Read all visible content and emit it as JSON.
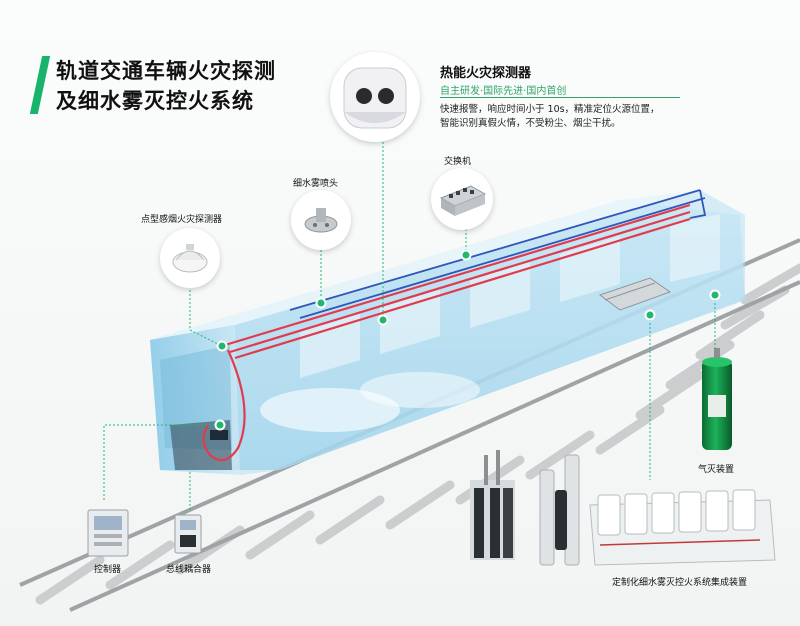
{
  "title": {
    "line1": "轨道交通车辆火灾探测",
    "line2": "及细水雾灭控火系统"
  },
  "heat_detector": {
    "name": "热能火灾探测器",
    "subtitle": "自主研发·国际先进·国内首创",
    "desc_line1": "快速报警，响应时间小于 10s，精准定位火源位置，",
    "desc_line2": "智能识别真假火情，不受粉尘、烟尘干扰。"
  },
  "labels": {
    "switch": "交换机",
    "nozzle": "细水雾喷头",
    "point_smoke_detector": "点型感烟火灾探测器",
    "gas_extinguisher": "气灭装置",
    "controller": "控制器",
    "bus_coupler": "总线耦合器",
    "integrated_unit": "定制化细水雾灭控火系统集成装置"
  },
  "colors": {
    "accent": "#18b46b",
    "pipe_red": "#e23b4e",
    "pipe_blue": "#2f56b8",
    "car_body": "#9fd3ec"
  }
}
